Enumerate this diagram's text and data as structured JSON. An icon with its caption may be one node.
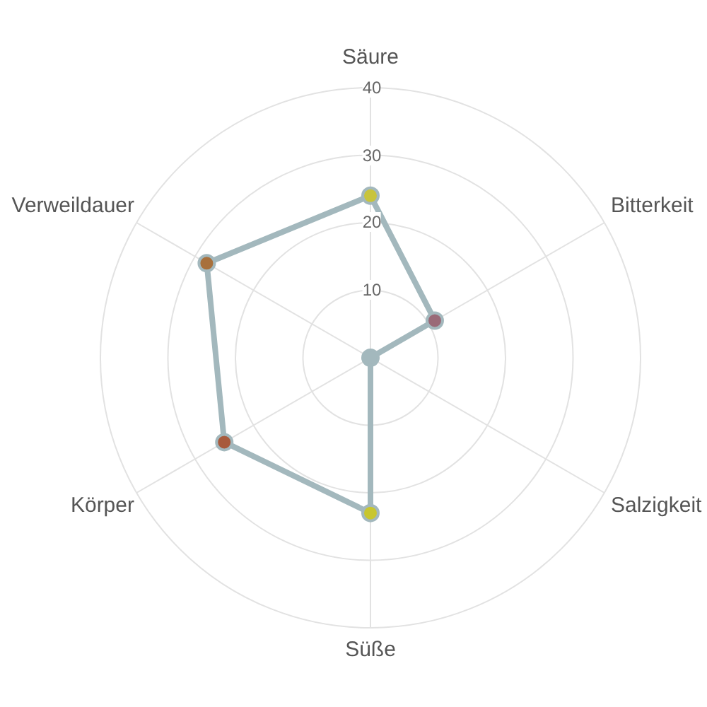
{
  "diagram": {
    "labels": [
      "Säure",
      "40",
      "30",
      "Verweildauer",
      "Bitterkeit",
      "20",
      "10",
      "Körper",
      "Salzigkeit",
      "Süße"
    ]
  }
}
